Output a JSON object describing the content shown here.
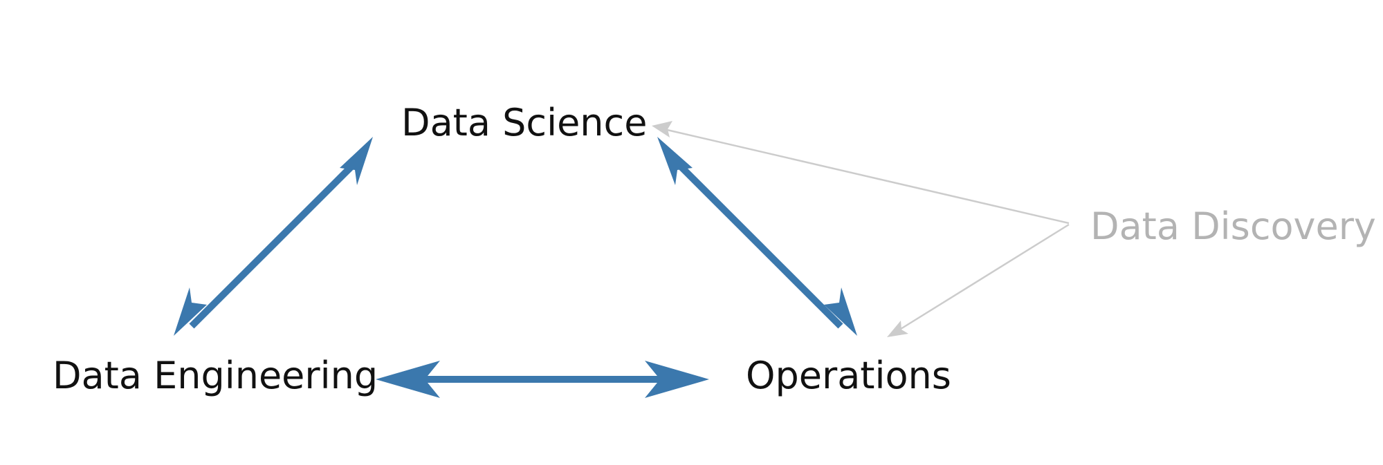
{
  "nodes": {
    "data_science": "Data Science",
    "data_engineering": "Data Engineering",
    "operations": "Operations",
    "data_discovery": "Data Discovery"
  },
  "colors": {
    "primary_arrow": "#3b78ad",
    "primary_text": "#111111",
    "secondary_arrow": "#cccccc",
    "secondary_text": "#b3b3b3"
  },
  "edges": [
    {
      "from": "data_science",
      "to": "data_engineering",
      "style": "bidirectional",
      "emphasis": "primary"
    },
    {
      "from": "data_science",
      "to": "operations",
      "style": "bidirectional",
      "emphasis": "primary"
    },
    {
      "from": "data_engineering",
      "to": "operations",
      "style": "bidirectional",
      "emphasis": "primary"
    },
    {
      "from": "data_discovery",
      "to": "data_science",
      "style": "directed",
      "emphasis": "secondary"
    },
    {
      "from": "data_discovery",
      "to": "operations",
      "style": "directed",
      "emphasis": "secondary"
    }
  ]
}
